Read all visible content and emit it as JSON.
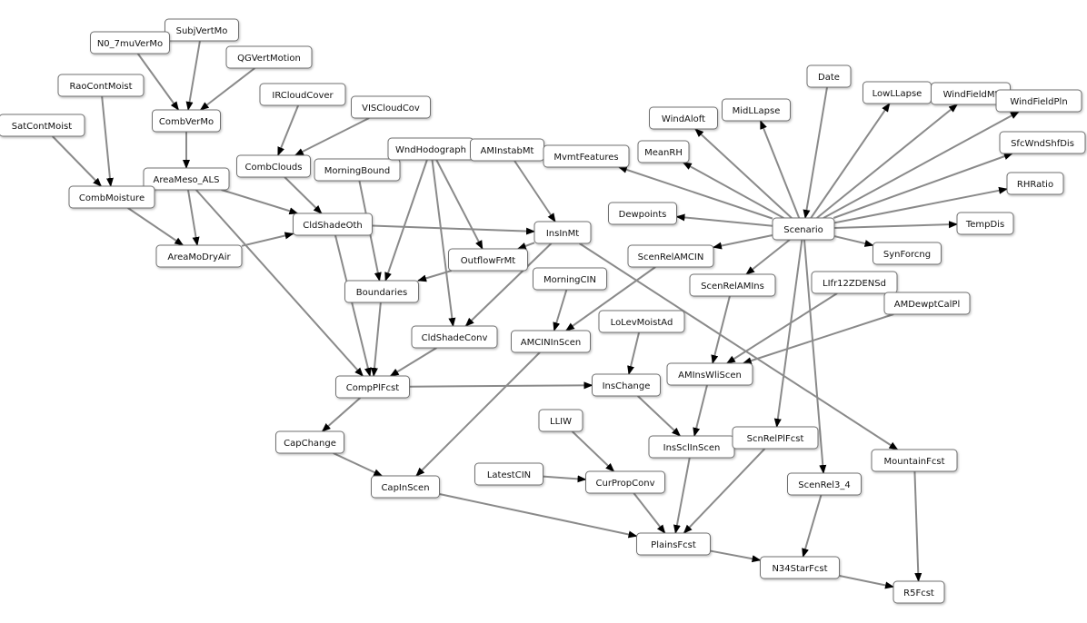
{
  "nodes": [
    {
      "id": "SubjVertMo",
      "label": "SubjVertMo"
    },
    {
      "id": "N0_7muVerMo",
      "label": "N0_7muVerMo"
    },
    {
      "id": "QGVertMotion",
      "label": "QGVertMotion"
    },
    {
      "id": "RaoContMoist",
      "label": "RaoContMoist"
    },
    {
      "id": "SatContMoist",
      "label": "SatContMoist"
    },
    {
      "id": "CombVerMo",
      "label": "CombVerMo"
    },
    {
      "id": "IRCloudCover",
      "label": "IRCloudCover"
    },
    {
      "id": "VISCloudCov",
      "label": "VISCloudCov"
    },
    {
      "id": "CombClouds",
      "label": "CombClouds"
    },
    {
      "id": "AreaMeso_ALS",
      "label": "AreaMeso_ALS"
    },
    {
      "id": "CombMoisture",
      "label": "CombMoisture"
    },
    {
      "id": "MorningBound",
      "label": "MorningBound"
    },
    {
      "id": "WndHodograph",
      "label": "WndHodograph"
    },
    {
      "id": "AMInstabMt",
      "label": "AMInstabMt"
    },
    {
      "id": "CldShadeOth",
      "label": "CldShadeOth"
    },
    {
      "id": "AreaMoDryAir",
      "label": "AreaMoDryAir"
    },
    {
      "id": "InsInMt",
      "label": "InsInMt"
    },
    {
      "id": "OutflowFrMt",
      "label": "OutflowFrMt"
    },
    {
      "id": "Boundaries",
      "label": "Boundaries"
    },
    {
      "id": "MorningCIN",
      "label": "MorningCIN"
    },
    {
      "id": "CldShadeConv",
      "label": "CldShadeConv"
    },
    {
      "id": "AMCINInScen",
      "label": "AMCINInScen"
    },
    {
      "id": "LoLevMoistAd",
      "label": "LoLevMoistAd"
    },
    {
      "id": "CompPlFcst",
      "label": "CompPlFcst"
    },
    {
      "id": "InsChange",
      "label": "InsChange"
    },
    {
      "id": "CapChange",
      "label": "CapChange"
    },
    {
      "id": "CapInScen",
      "label": "CapInScen"
    },
    {
      "id": "LLIW",
      "label": "LLIW"
    },
    {
      "id": "LatestCIN",
      "label": "LatestCIN"
    },
    {
      "id": "CurPropConv",
      "label": "CurPropConv"
    },
    {
      "id": "InsSclInScen",
      "label": "InsSclInScen"
    },
    {
      "id": "PlainsFcst",
      "label": "PlainsFcst"
    },
    {
      "id": "N34StarFcst",
      "label": "N34StarFcst"
    },
    {
      "id": "R5Fcst",
      "label": "R5Fcst"
    },
    {
      "id": "Date",
      "label": "Date"
    },
    {
      "id": "LowLLapse",
      "label": "LowLLapse"
    },
    {
      "id": "WindFieldMt",
      "label": "WindFieldMt"
    },
    {
      "id": "WindFieldPln",
      "label": "WindFieldPln"
    },
    {
      "id": "MidLLapse",
      "label": "MidLLapse"
    },
    {
      "id": "WindAloft",
      "label": "WindAloft"
    },
    {
      "id": "SfcWndShfDis",
      "label": "SfcWndShfDis"
    },
    {
      "id": "MvmtFeatures",
      "label": "MvmtFeatures"
    },
    {
      "id": "MeanRH",
      "label": "MeanRH"
    },
    {
      "id": "RHRatio",
      "label": "RHRatio"
    },
    {
      "id": "Dewpoints",
      "label": "Dewpoints"
    },
    {
      "id": "Scenario",
      "label": "Scenario"
    },
    {
      "id": "TempDis",
      "label": "TempDis"
    },
    {
      "id": "ScenRelAMCIN",
      "label": "ScenRelAMCIN"
    },
    {
      "id": "SynForcng",
      "label": "SynForcng"
    },
    {
      "id": "ScenRelAMIns",
      "label": "ScenRelAMIns"
    },
    {
      "id": "LIfr12ZDENSd",
      "label": "LIfr12ZDENSd"
    },
    {
      "id": "AMDewptCalPl",
      "label": "AMDewptCalPl"
    },
    {
      "id": "AMInsWliScen",
      "label": "AMInsWliScen"
    },
    {
      "id": "ScnRelPlFcst",
      "label": "ScnRelPlFcst"
    },
    {
      "id": "MountainFcst",
      "label": "MountainFcst"
    },
    {
      "id": "ScenRel3_4",
      "label": "ScenRel3_4"
    }
  ],
  "edges": [
    [
      "SubjVertMo",
      "CombVerMo"
    ],
    [
      "N0_7muVerMo",
      "CombVerMo"
    ],
    [
      "QGVertMotion",
      "CombVerMo"
    ],
    [
      "CombVerMo",
      "AreaMeso_ALS"
    ],
    [
      "RaoContMoist",
      "CombMoisture"
    ],
    [
      "SatContMoist",
      "CombMoisture"
    ],
    [
      "CombMoisture",
      "AreaMoDryAir"
    ],
    [
      "AreaMeso_ALS",
      "AreaMoDryAir"
    ],
    [
      "IRCloudCover",
      "CombClouds"
    ],
    [
      "VISCloudCov",
      "CombClouds"
    ],
    [
      "CombClouds",
      "CldShadeOth"
    ],
    [
      "AreaMeso_ALS",
      "CldShadeOth"
    ],
    [
      "AreaMoDryAir",
      "CldShadeOth"
    ],
    [
      "AreaMeso_ALS",
      "CompPlFcst"
    ],
    [
      "AMInstabMt",
      "InsInMt"
    ],
    [
      "CldShadeOth",
      "InsInMt"
    ],
    [
      "WndHodograph",
      "OutflowFrMt"
    ],
    [
      "InsInMt",
      "OutflowFrMt"
    ],
    [
      "MorningBound",
      "Boundaries"
    ],
    [
      "WndHodograph",
      "Boundaries"
    ],
    [
      "OutflowFrMt",
      "Boundaries"
    ],
    [
      "WndHodograph",
      "CldShadeConv"
    ],
    [
      "InsInMt",
      "CldShadeConv"
    ],
    [
      "CldShadeOth",
      "CompPlFcst"
    ],
    [
      "Boundaries",
      "CompPlFcst"
    ],
    [
      "CldShadeConv",
      "CompPlFcst"
    ],
    [
      "MorningCIN",
      "AMCINInScen"
    ],
    [
      "ScenRelAMCIN",
      "AMCINInScen"
    ],
    [
      "CompPlFcst",
      "InsChange"
    ],
    [
      "LoLevMoistAd",
      "InsChange"
    ],
    [
      "CompPlFcst",
      "CapChange"
    ],
    [
      "CapChange",
      "CapInScen"
    ],
    [
      "AMCINInScen",
      "CapInScen"
    ],
    [
      "InsChange",
      "InsSclInScen"
    ],
    [
      "AMInsWliScen",
      "InsSclInScen"
    ],
    [
      "LLIW",
      "CurPropConv"
    ],
    [
      "LatestCIN",
      "CurPropConv"
    ],
    [
      "CapInScen",
      "PlainsFcst"
    ],
    [
      "CurPropConv",
      "PlainsFcst"
    ],
    [
      "InsSclInScen",
      "PlainsFcst"
    ],
    [
      "ScnRelPlFcst",
      "PlainsFcst"
    ],
    [
      "PlainsFcst",
      "N34StarFcst"
    ],
    [
      "ScenRel3_4",
      "N34StarFcst"
    ],
    [
      "N34StarFcst",
      "R5Fcst"
    ],
    [
      "MountainFcst",
      "R5Fcst"
    ],
    [
      "InsInMt",
      "MountainFcst"
    ],
    [
      "Scenario",
      "ScenRel3_4"
    ],
    [
      "Scenario",
      "ScnRelPlFcst"
    ],
    [
      "Date",
      "Scenario"
    ],
    [
      "Scenario",
      "LowLLapse"
    ],
    [
      "Scenario",
      "WindFieldMt"
    ],
    [
      "Scenario",
      "WindFieldPln"
    ],
    [
      "Scenario",
      "MidLLapse"
    ],
    [
      "Scenario",
      "WindAloft"
    ],
    [
      "Scenario",
      "SfcWndShfDis"
    ],
    [
      "Scenario",
      "MvmtFeatures"
    ],
    [
      "Scenario",
      "MeanRH"
    ],
    [
      "Scenario",
      "RHRatio"
    ],
    [
      "Scenario",
      "Dewpoints"
    ],
    [
      "Scenario",
      "TempDis"
    ],
    [
      "Scenario",
      "SynForcng"
    ],
    [
      "Scenario",
      "ScenRelAMCIN"
    ],
    [
      "Scenario",
      "ScenRelAMIns"
    ],
    [
      "ScenRelAMIns",
      "AMInsWliScen"
    ],
    [
      "LIfr12ZDENSd",
      "AMInsWliScen"
    ],
    [
      "AMDewptCalPl",
      "AMInsWliScen"
    ]
  ]
}
